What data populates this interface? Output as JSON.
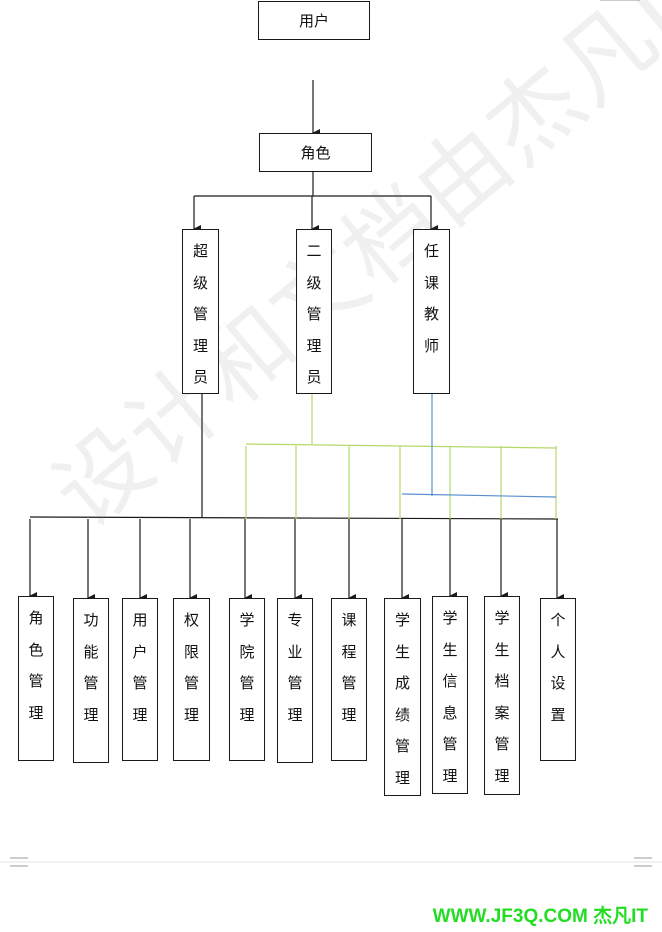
{
  "root": {
    "label": "用户"
  },
  "role": {
    "label": "角色"
  },
  "role_types": [
    {
      "label": "超级管理员"
    },
    {
      "label": "二级管理员"
    },
    {
      "label": "任课教师"
    }
  ],
  "functions": [
    {
      "label": "角色管理"
    },
    {
      "label": "功能管理"
    },
    {
      "label": "用户管理"
    },
    {
      "label": "权限管理"
    },
    {
      "label": "学院管理"
    },
    {
      "label": "专业管理"
    },
    {
      "label": "课程管理"
    },
    {
      "label": "学生成绩管理"
    },
    {
      "label": "学生信息管理"
    },
    {
      "label": "学生档案管理"
    },
    {
      "label": "个人设置"
    }
  ],
  "watermark": "设计和文档由杰凡IT提供",
  "brand": "WWW.JF3Q.COM 杰凡IT",
  "colors": {
    "line": "#1a1a1a",
    "green": "#b5d86a",
    "blue": "#5b8fcf",
    "brand": "#22dd22"
  }
}
